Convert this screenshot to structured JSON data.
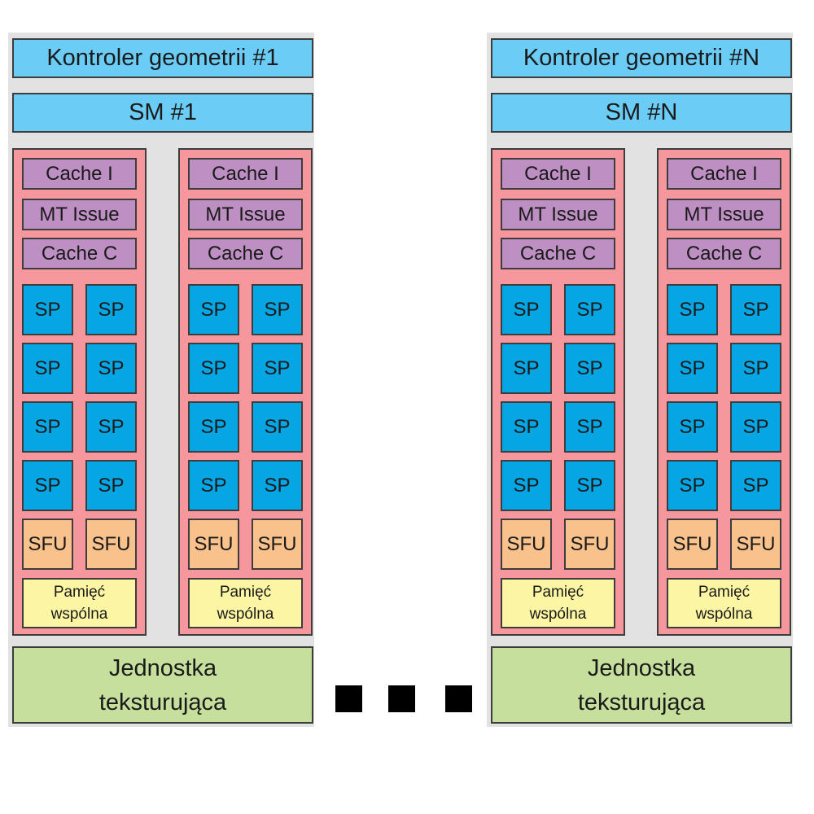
{
  "clusters": [
    {
      "geometry_controller": "Kontroler geometrii #1",
      "sm": "SM #1",
      "texture_unit": [
        "Jednostka",
        "teksturująca"
      ],
      "tpcs": [
        {
          "cache_i": "Cache I",
          "mt_issue": "MT Issue",
          "cache_c": "Cache C",
          "sp": [
            "SP",
            "SP",
            "SP",
            "SP",
            "SP",
            "SP",
            "SP",
            "SP"
          ],
          "sfu": [
            "SFU",
            "SFU"
          ],
          "shared_memory": [
            "Pamięć",
            "wspólna"
          ]
        },
        {
          "cache_i": "Cache I",
          "mt_issue": "MT Issue",
          "cache_c": "Cache C",
          "sp": [
            "SP",
            "SP",
            "SP",
            "SP",
            "SP",
            "SP",
            "SP",
            "SP"
          ],
          "sfu": [
            "SFU",
            "SFU"
          ],
          "shared_memory": [
            "Pamięć",
            "wspólna"
          ]
        }
      ]
    },
    {
      "geometry_controller": "Kontroler geometrii #N",
      "sm": "SM #N",
      "texture_unit": [
        "Jednostka",
        "teksturująca"
      ],
      "tpcs": [
        {
          "cache_i": "Cache I",
          "mt_issue": "MT Issue",
          "cache_c": "Cache C",
          "sp": [
            "SP",
            "SP",
            "SP",
            "SP",
            "SP",
            "SP",
            "SP",
            "SP"
          ],
          "sfu": [
            "SFU",
            "SFU"
          ],
          "shared_memory": [
            "Pamięć",
            "wspólna"
          ]
        },
        {
          "cache_i": "Cache I",
          "mt_issue": "MT Issue",
          "cache_c": "Cache C",
          "sp": [
            "SP",
            "SP",
            "SP",
            "SP",
            "SP",
            "SP",
            "SP",
            "SP"
          ],
          "sfu": [
            "SFU",
            "SFU"
          ],
          "shared_memory": [
            "Pamięć",
            "wspólna"
          ]
        }
      ]
    }
  ],
  "colors": {
    "controller_sm": "#6bcdf6",
    "tpc_background": "#f5979c",
    "cache": "#bd8fc2",
    "sp": "#05a6e3",
    "sfu": "#f9c28d",
    "shared_memory": "#fcf5a4",
    "texture_unit": "#c6df9c",
    "cluster_background": "#e2e2e2"
  },
  "ellipsis": "three-black-squares"
}
